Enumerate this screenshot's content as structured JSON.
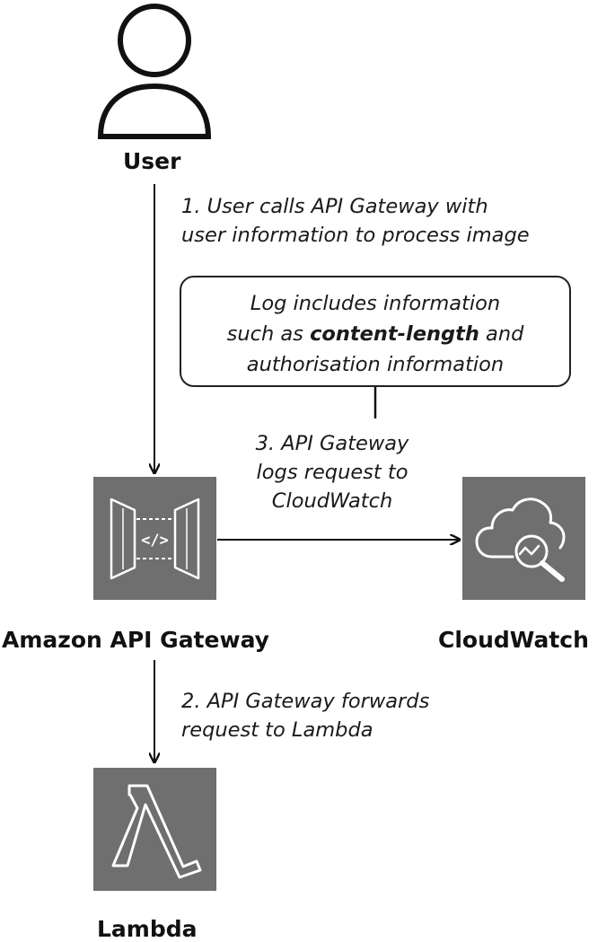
{
  "nodes": {
    "user": {
      "label": "User"
    },
    "api_gateway": {
      "label": "Amazon API Gateway"
    },
    "cloudwatch": {
      "label": "CloudWatch"
    },
    "lambda": {
      "label": "Lambda"
    }
  },
  "steps": {
    "step1": {
      "line1": "1. User calls API Gateway with",
      "line2": "user information to process image"
    },
    "step2": {
      "line1": "2. API Gateway forwards",
      "line2": "request to Lambda"
    },
    "step3": {
      "line1": "3. API Gateway",
      "line2": "logs request to",
      "line3": "CloudWatch"
    }
  },
  "note": {
    "line1": "Log includes information",
    "line2_prefix": "such as ",
    "line2_bold": "content-length",
    "line2_suffix": " and",
    "line3": "authorisation information"
  },
  "icons": {
    "user": "person-outline-icon",
    "api_gateway": "api-gateway-icon",
    "cloudwatch": "cloudwatch-icon",
    "lambda": "lambda-icon"
  },
  "colors": {
    "service_box": "#6f6f6f",
    "line": "#111111"
  }
}
